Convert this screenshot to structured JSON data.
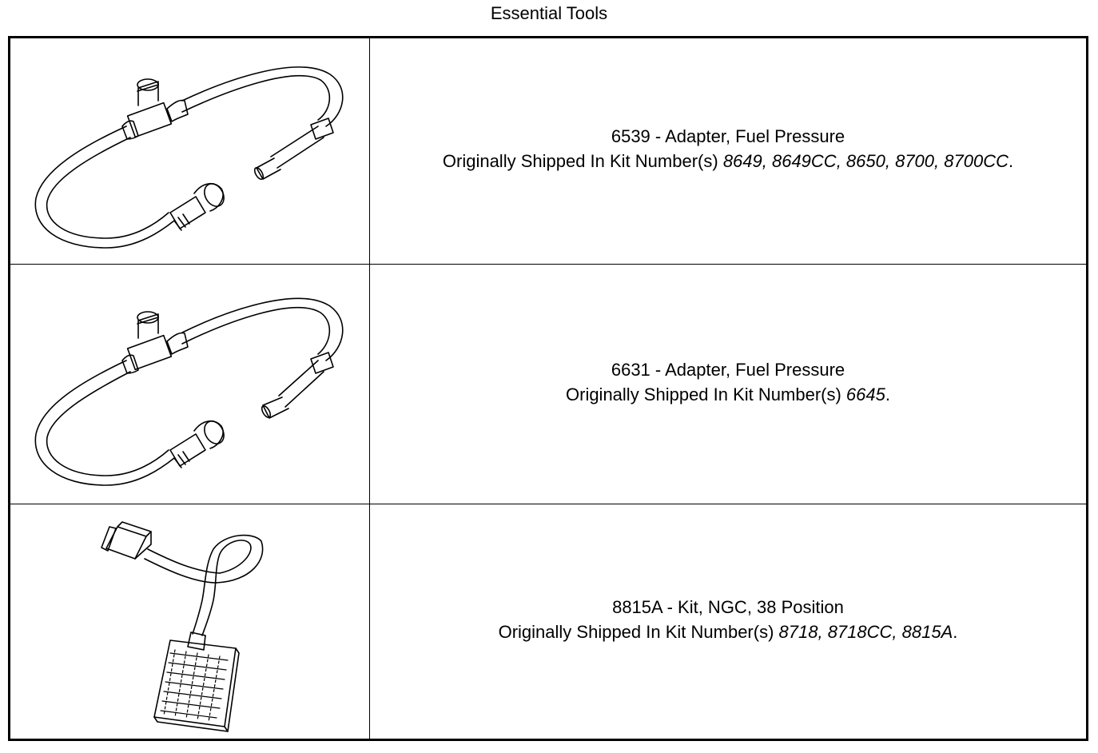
{
  "title": "Essential Tools",
  "tools": [
    {
      "illustration": "fuel-pressure-adapter-illustration",
      "name_line": "6539 - Adapter, Fuel Pressure",
      "shipped_prefix": "Originally Shipped In Kit Number(s) ",
      "kits": "8649, 8649CC, 8650, 8700, 8700CC",
      "suffix": "."
    },
    {
      "illustration": "fuel-pressure-adapter-illustration",
      "name_line": "6631 - Adapter, Fuel Pressure",
      "shipped_prefix": "Originally Shipped In Kit Number(s) ",
      "kits": "6645",
      "suffix": "."
    },
    {
      "illustration": "ngc-38-position-kit-illustration",
      "name_line": "8815A - Kit, NGC, 38 Position",
      "shipped_prefix": "Originally Shipped In Kit Number(s) ",
      "kits": "8718, 8718CC, 8815A",
      "suffix": "."
    }
  ]
}
